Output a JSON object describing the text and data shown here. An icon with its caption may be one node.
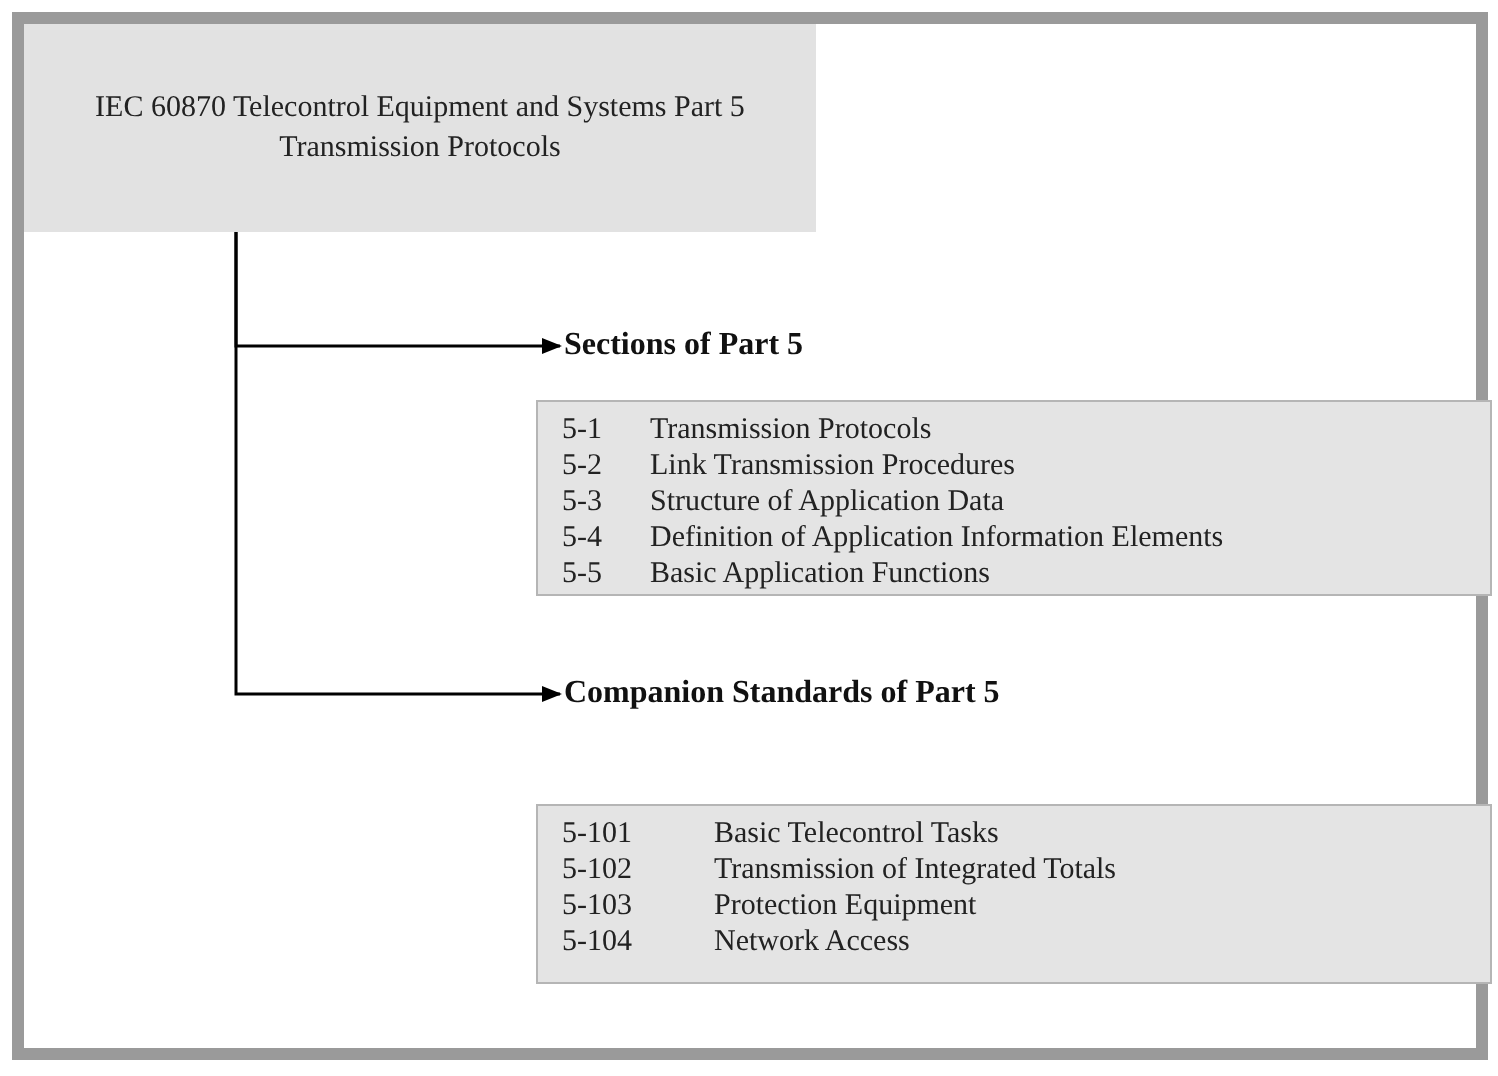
{
  "diagram": {
    "nodes": [
      {
        "text": [
          "IEC 60870 Telecontrol Equipment and Systems Part 5 Transmission Protocols"
        ]
      },
      {
        "text": [
          "Sections of Part 5"
        ]
      },
      {
        "text": [
          "5-1",
          "Transmission Protocols",
          "5-2",
          "Link Transmission Procedures",
          "5-3",
          "Structure of Application Data",
          "5-4",
          "Definition of Application Information Elements",
          "5-5",
          "Basic Application Functions"
        ]
      },
      {
        "text": [
          "Companion Standards of Part 5"
        ]
      },
      {
        "text": [
          "5-101",
          "Basic Telecontrol Tasks",
          "5-102",
          "Transmission of Integrated Totals",
          "5-103",
          "Protection Equipment",
          "5-104",
          "Network Access"
        ]
      }
    ],
    "edges": [
      {
        "from": 0,
        "to": 1,
        "arrow": "to"
      },
      {
        "from": 0,
        "to": 3,
        "arrow": "to"
      }
    ]
  }
}
